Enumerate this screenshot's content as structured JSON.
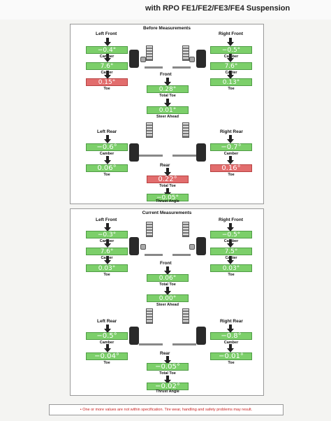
{
  "header": {
    "title": "with RPO FE1/FE2/FE3/FE4 Suspension"
  },
  "before": {
    "title": "Before Measurements",
    "left_front": {
      "label": "Left Front",
      "camber": {
        "value": "−0.4°",
        "label": "Camber",
        "status": "ok"
      },
      "caster": {
        "value": "7.6°",
        "label": "Caster",
        "status": "ok"
      },
      "toe": {
        "value": "0.15°",
        "label": "Toe",
        "status": "out"
      }
    },
    "right_front": {
      "label": "Right Front",
      "camber": {
        "value": "−0.5°",
        "label": "Camber",
        "status": "ok"
      },
      "caster": {
        "value": "7.6°",
        "label": "Caster",
        "status": "ok"
      },
      "toe": {
        "value": "0.13°",
        "label": "Toe",
        "status": "ok"
      }
    },
    "front": {
      "label": "Front",
      "total_toe": {
        "value": "0.28°",
        "label": "Total Toe",
        "status": "ok"
      },
      "steer_ahead": {
        "value": "0.01°",
        "label": "Steer Ahead",
        "status": "ok"
      }
    },
    "left_rear": {
      "label": "Left Rear",
      "camber": {
        "value": "−0.6°",
        "label": "Camber",
        "status": "ok"
      },
      "toe": {
        "value": "0.06°",
        "label": "Toe",
        "status": "ok"
      }
    },
    "right_rear": {
      "label": "Right Rear",
      "camber": {
        "value": "−0.7°",
        "label": "Camber",
        "status": "ok"
      },
      "toe": {
        "value": "0.16°",
        "label": "Toe",
        "status": "out"
      }
    },
    "rear": {
      "label": "Rear",
      "total_toe": {
        "value": "0.22°",
        "label": "Total Toe",
        "status": "out"
      },
      "thrust_angle": {
        "value": "−0.05°",
        "label": "Thrust Angle",
        "status": "ok"
      }
    }
  },
  "current": {
    "title": "Current Measurements",
    "left_front": {
      "label": "Left Front",
      "camber": {
        "value": "−0.3°",
        "label": "Camber",
        "status": "ok"
      },
      "caster": {
        "value": "7.6°",
        "label": "Caster",
        "status": "ok"
      },
      "toe": {
        "value": "0.03°",
        "label": "Toe",
        "status": "ok"
      }
    },
    "right_front": {
      "label": "Right Front",
      "camber": {
        "value": "−0.5°",
        "label": "Camber",
        "status": "ok"
      },
      "caster": {
        "value": "7.5°",
        "label": "Caster",
        "status": "ok"
      },
      "toe": {
        "value": "0.03°",
        "label": "Toe",
        "status": "ok"
      }
    },
    "front": {
      "label": "Front",
      "total_toe": {
        "value": "0.06°",
        "label": "Total Toe",
        "status": "ok"
      },
      "steer_ahead": {
        "value": "0.00°",
        "label": "Steer Ahead",
        "status": "ok"
      }
    },
    "left_rear": {
      "label": "Left Rear",
      "camber": {
        "value": "−0.5°",
        "label": "Camber",
        "status": "ok"
      },
      "toe": {
        "value": "−0.04°",
        "label": "Toe",
        "status": "ok"
      }
    },
    "right_rear": {
      "label": "Right Rear",
      "camber": {
        "value": "−0.8°",
        "label": "Camber",
        "status": "ok"
      },
      "toe": {
        "value": "−0.01°",
        "label": "Toe",
        "status": "ok"
      }
    },
    "rear": {
      "label": "Rear",
      "total_toe": {
        "value": "−0.05°",
        "label": "Total Toe",
        "status": "ok"
      },
      "thrust_angle": {
        "value": "−0.02°",
        "label": "Thrust Angle",
        "status": "ok"
      }
    }
  },
  "footer": {
    "note": "•   One or more values are not within specification.  Tire wear, handling and safety problems may result."
  },
  "colors": {
    "ok": "#7ccf6a",
    "out": "#e26d6d"
  }
}
